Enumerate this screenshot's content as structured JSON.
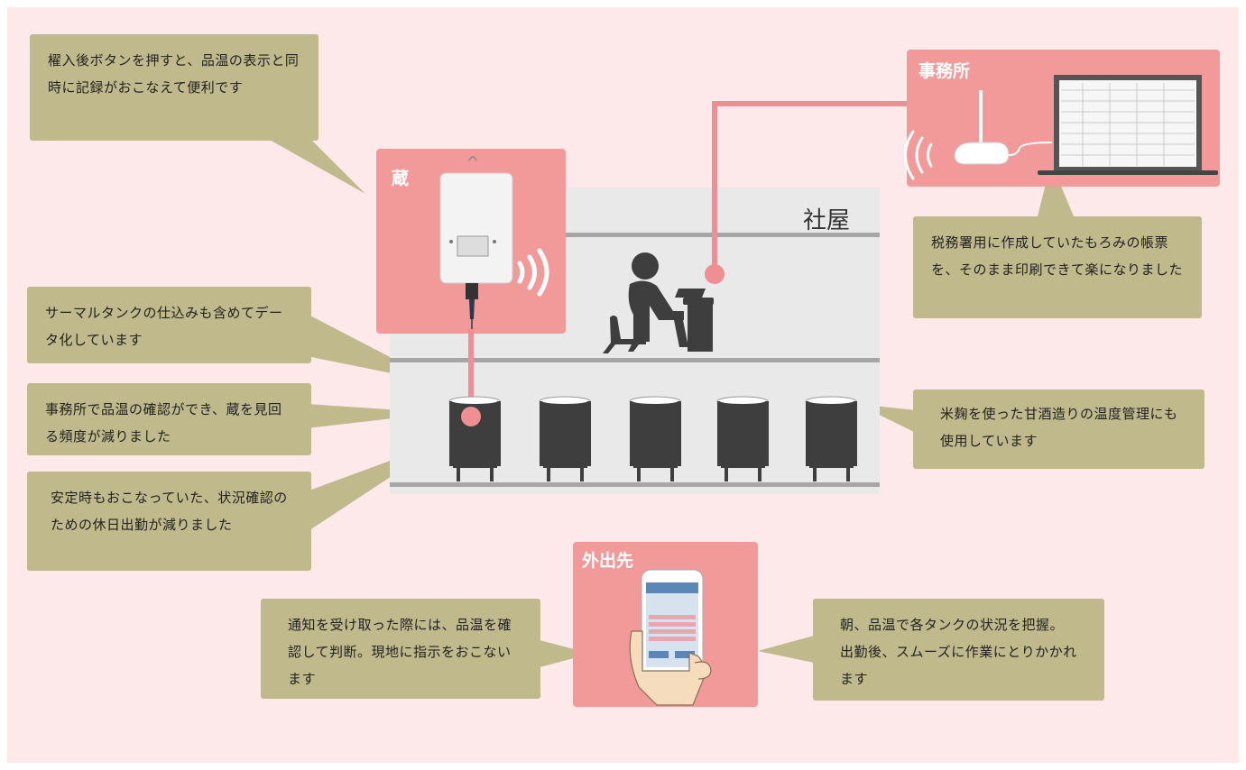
{
  "zones": {
    "kura": "蔵",
    "office": "事務所",
    "outside": "外出先"
  },
  "building_label": "社屋",
  "callouts": {
    "top_left": "櫂入後ボタンを押すと、品温の表示と同時に記録がおこなえて便利です",
    "thermal_tank": "サーマルタンクの仕込みも含めてデータ化しています",
    "office_check": "事務所で品温の確認ができ、蔵を見回る頻度が減りました",
    "holiday": "安定時もおこなっていた、状況確認のための休日出勤が減りました",
    "tax_office": "税務署用に作成していたもろみの帳票を、そのまま印刷できて楽になりました",
    "amazake": "米麹を使った甘酒造りの温度管理にも使用しています",
    "notify": "通知を受け取った際には、品温を確認して判断。現地に指示をおこないます",
    "morning": "朝、品温で各タンクの状況を把握。出勤後、スムーズに作業にとりかかれます"
  },
  "colors": {
    "background": "#fde8ea",
    "zone": "#f29a9a",
    "callout": "#bfb98c",
    "line": "#ef8f93",
    "building": "#e9e9e9",
    "tank": "#3e3e3e"
  }
}
